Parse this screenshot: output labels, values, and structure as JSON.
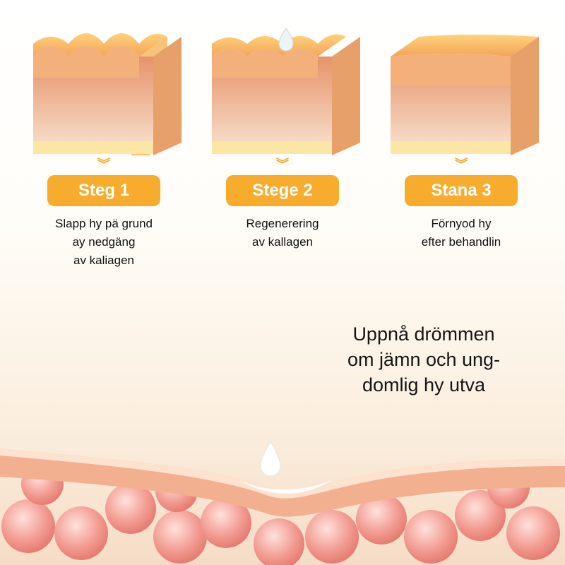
{
  "steps": [
    {
      "badge": "Steg 1",
      "description": "Slapp hy pä grund ay nedgäng av kaliagen",
      "lines": [
        "Slapp hy pä grund",
        "ay nedgäng",
        "av kaliagen"
      ]
    },
    {
      "badge": "Stege 2",
      "description": "Regenerering av kallagen",
      "lines": [
        "Regenerering",
        "av kallagen"
      ]
    },
    {
      "badge": "Stana 3",
      "description": "Förnyod hy efter behandlin",
      "lines": [
        "Förnyod hy",
        "efter behandlin"
      ]
    }
  ],
  "tagline": [
    "Uppnå drömmen",
    "om jämn och ung-",
    "domlig hy utva"
  ],
  "colors": {
    "accent": "#f8ac2e",
    "skin": "#f2a977"
  }
}
